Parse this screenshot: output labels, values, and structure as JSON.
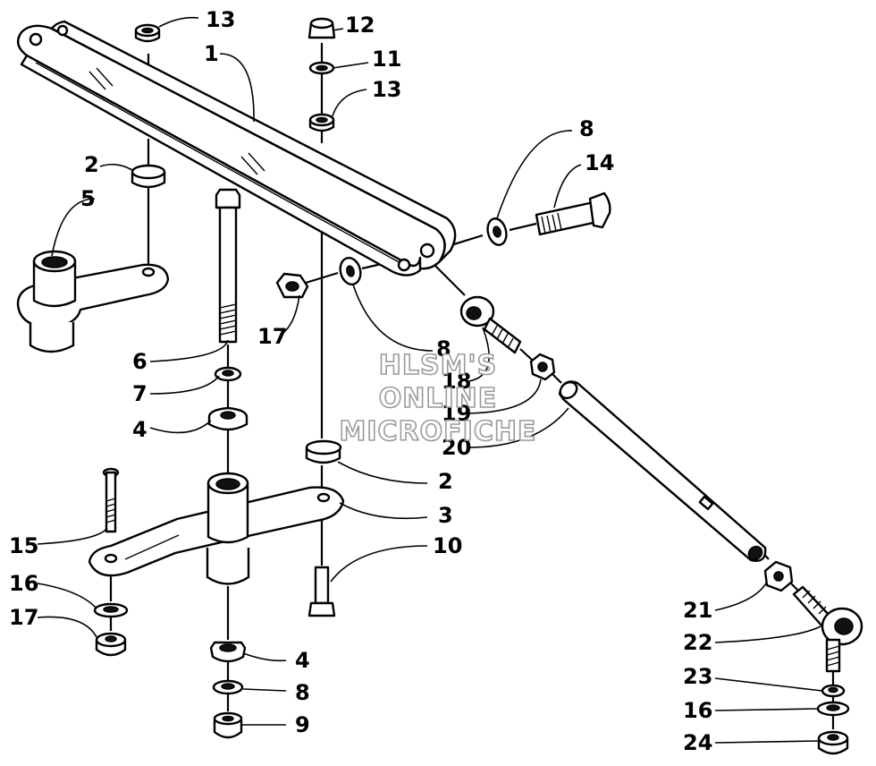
{
  "callouts": [
    {
      "id": "c13a",
      "text": "13"
    },
    {
      "id": "c1",
      "text": "1"
    },
    {
      "id": "c12",
      "text": "12"
    },
    {
      "id": "c11",
      "text": "11"
    },
    {
      "id": "c13b",
      "text": "13"
    },
    {
      "id": "c8a",
      "text": "8"
    },
    {
      "id": "c14",
      "text": "14"
    },
    {
      "id": "c2a",
      "text": "2"
    },
    {
      "id": "c5",
      "text": "5"
    },
    {
      "id": "c17a",
      "text": "17"
    },
    {
      "id": "c8b",
      "text": "8"
    },
    {
      "id": "c18",
      "text": "18"
    },
    {
      "id": "c19",
      "text": "19"
    },
    {
      "id": "c20",
      "text": "20"
    },
    {
      "id": "c6",
      "text": "6"
    },
    {
      "id": "c7",
      "text": "7"
    },
    {
      "id": "c4a",
      "text": "4"
    },
    {
      "id": "c2b",
      "text": "2"
    },
    {
      "id": "c3",
      "text": "3"
    },
    {
      "id": "c15",
      "text": "15"
    },
    {
      "id": "c10",
      "text": "10"
    },
    {
      "id": "c16a",
      "text": "16"
    },
    {
      "id": "c17b",
      "text": "17"
    },
    {
      "id": "c21",
      "text": "21"
    },
    {
      "id": "c22",
      "text": "22"
    },
    {
      "id": "c4b",
      "text": "4"
    },
    {
      "id": "c23",
      "text": "23"
    },
    {
      "id": "c8c",
      "text": "8"
    },
    {
      "id": "c16b",
      "text": "16"
    },
    {
      "id": "c9",
      "text": "9"
    },
    {
      "id": "c24",
      "text": "24"
    }
  ],
  "watermark": {
    "line1": "HLSM'S",
    "line2": "ONLINE",
    "line3": "MICROFICHE"
  }
}
